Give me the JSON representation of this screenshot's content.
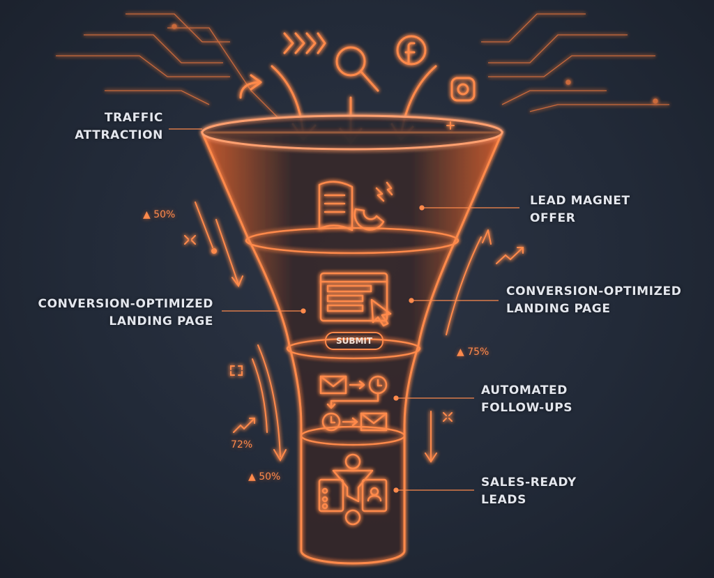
{
  "labels": {
    "traffic": [
      "TRAFFIC",
      "ATTRACTION"
    ],
    "lead_magnet": [
      "LEAD MAGNET",
      "OFFER"
    ],
    "landing_left": [
      "CONVERSION-OPTIMIZED",
      "LANDING PAGE"
    ],
    "landing_right": [
      "CONVERSION-OPTIMIZED",
      "LANDING PAGE"
    ],
    "followups": [
      "AUTOMATED",
      "FOLLOW-UPS"
    ],
    "sales": [
      "SALES-READY",
      "LEADS"
    ]
  },
  "stats": {
    "top_left": "▲ 50%",
    "mid_right": "▲ 75%",
    "lower_left": "72%",
    "bottom_left": "▲ 50%"
  },
  "form_button": "SUBMIT",
  "icons": [
    "chevrons-icon",
    "search-icon",
    "facebook-icon",
    "instagram-icon",
    "share-arrow-icon",
    "book-magnet-icon",
    "form-window-icon",
    "cursor-icon",
    "email-icon",
    "clock-icon",
    "funnel-dollar-icon",
    "trend-up-icon"
  ],
  "colors": {
    "accent": "#ff7a3d",
    "background": "#222a38",
    "text": "#e4e7ee"
  }
}
